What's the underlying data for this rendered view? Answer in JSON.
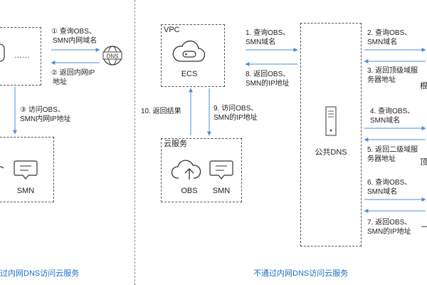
{
  "left": {
    "step1": [
      "① 查询OBS、",
      "SMN内网域名"
    ],
    "step2": [
      "② 返回内网IP",
      "地址"
    ],
    "step3": [
      "③ 访问OBS、",
      "SMN内网IP地址"
    ],
    "ellipsis": "……",
    "dns_icon_text": "DNS",
    "smn_label": "SMN",
    "caption": "过内网DNS访问云服务"
  },
  "right": {
    "vpc_label": "VPC",
    "ecs_label": "ECS",
    "cloud_services_label": "云服务",
    "obs_label": "OBS",
    "smn_label": "SMN",
    "public_dns_label": "公共DNS",
    "step1": [
      "1. 查询OBS、",
      "SMN域名"
    ],
    "step8": [
      "8. 返回OBS、",
      "SMN的IP地址"
    ],
    "step9": [
      "9. 访问OBS、",
      "SMN的IP地址"
    ],
    "step10": "10. 返回结果",
    "step2": [
      "2. 查询OBS、",
      "SMN域名"
    ],
    "step3": [
      "3. 返回顶级域服",
      "务器地址"
    ],
    "step4": [
      "4. 查询OBS、",
      "SMN域名"
    ],
    "step5": [
      "5. 返回二级域服",
      "务器地址"
    ],
    "step6": [
      "6. 查询OBS、",
      "SMN域名"
    ],
    "step7": [
      "7. 返回OBS、",
      "SMN的IP地址"
    ],
    "cut_text_1": "根",
    "cut_text_2": "顶",
    "caption": "不通过内网DNS访问云服务"
  },
  "colors": {
    "arrow": "#4a8fe0",
    "caption": "#1a6fc7",
    "border": "#555555"
  }
}
